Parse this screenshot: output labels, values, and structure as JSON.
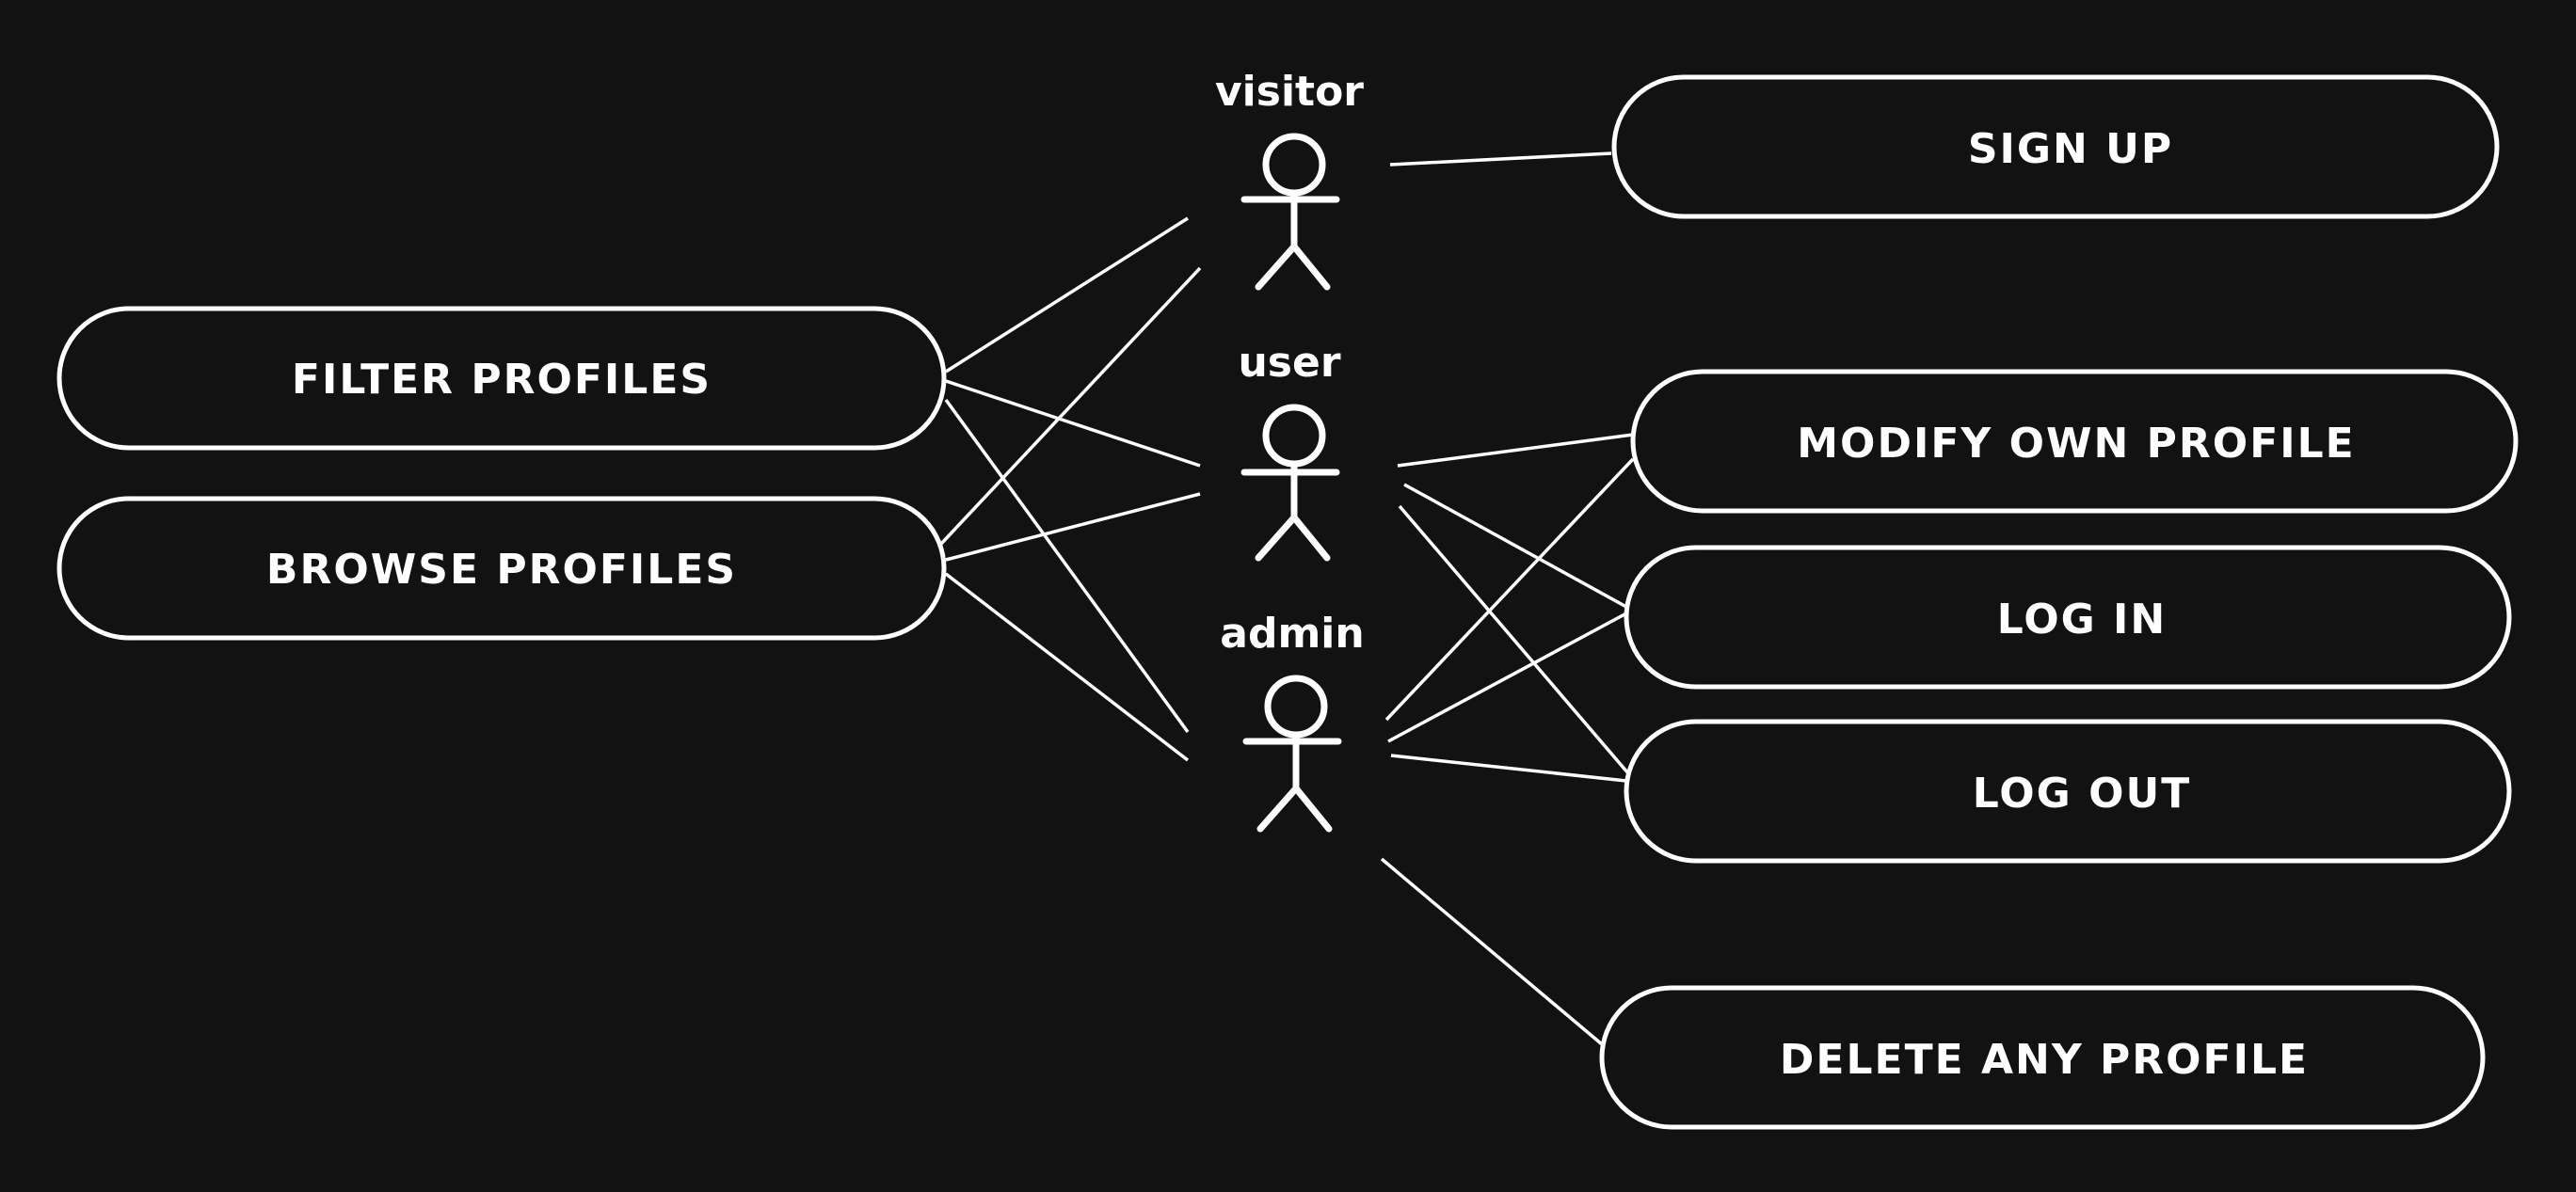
{
  "theme": {
    "background": "#121212",
    "stroke": "#ffffff",
    "text": "#ffffff"
  },
  "actors": [
    {
      "id": "visitor",
      "label": "visitor"
    },
    {
      "id": "user",
      "label": "user"
    },
    {
      "id": "admin",
      "label": "admin"
    }
  ],
  "use_cases": [
    {
      "id": "filter-profiles",
      "label": "FILTER PROFILES"
    },
    {
      "id": "browse-profiles",
      "label": "BROWSE PROFILES"
    },
    {
      "id": "sign-up",
      "label": "SIGN UP"
    },
    {
      "id": "modify-own-profile",
      "label": "MODIFY OWN PROFILE"
    },
    {
      "id": "log-in",
      "label": "LOG IN"
    },
    {
      "id": "log-out",
      "label": "LOG OUT"
    },
    {
      "id": "delete-any-profile",
      "label": "DELETE ANY PROFILE"
    }
  ],
  "associations": [
    {
      "actor": "visitor",
      "use_case": "sign-up"
    },
    {
      "actor": "visitor",
      "use_case": "filter-profiles"
    },
    {
      "actor": "visitor",
      "use_case": "browse-profiles"
    },
    {
      "actor": "user",
      "use_case": "filter-profiles"
    },
    {
      "actor": "user",
      "use_case": "browse-profiles"
    },
    {
      "actor": "user",
      "use_case": "modify-own-profile"
    },
    {
      "actor": "user",
      "use_case": "log-in"
    },
    {
      "actor": "user",
      "use_case": "log-out"
    },
    {
      "actor": "admin",
      "use_case": "filter-profiles"
    },
    {
      "actor": "admin",
      "use_case": "browse-profiles"
    },
    {
      "actor": "admin",
      "use_case": "modify-own-profile"
    },
    {
      "actor": "admin",
      "use_case": "log-in"
    },
    {
      "actor": "admin",
      "use_case": "log-out"
    },
    {
      "actor": "admin",
      "use_case": "delete-any-profile"
    }
  ]
}
